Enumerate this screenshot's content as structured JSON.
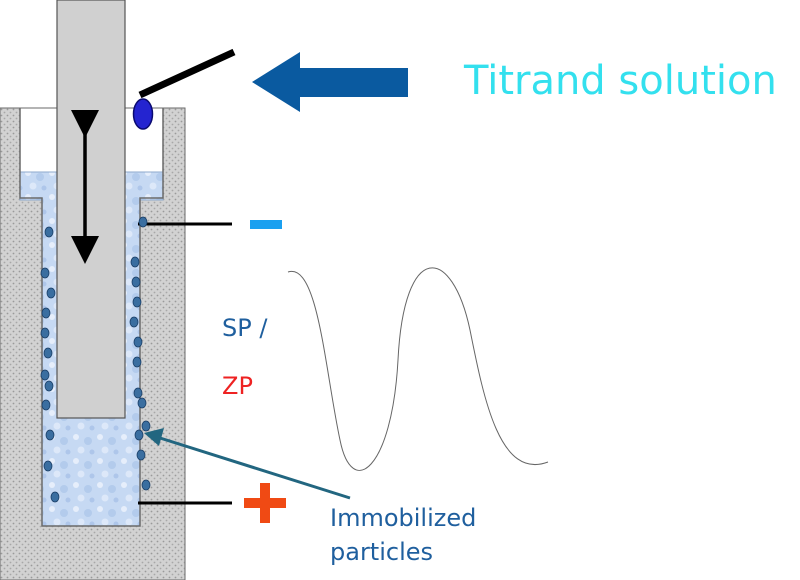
{
  "labels": {
    "titrand": "Titrand solution",
    "sp": "SP /",
    "zp": "ZP",
    "immobilized_line1": "Immobilized",
    "immobilized_line2": "particles"
  },
  "colors": {
    "titrand_text": "#33e0ee",
    "sp_text": "#1f5f9e",
    "zp_text": "#ee2222",
    "immobilized_text": "#1f5f9e",
    "big_arrow": "#0a5aa0",
    "pointer_arrow": "#226680",
    "minus_sign": "#1aa0f0",
    "plus_sign": "#f04a14",
    "particle": "#3a6ea0",
    "valve": "#2424d0",
    "solution": "#c4d8f2",
    "body_hatch": "#cfcfcf",
    "piston": "#d0d0d0"
  },
  "symbols": {
    "minus": "minus-sign",
    "plus": "plus-sign",
    "motion_arrow": "double-headed-vertical-arrow"
  }
}
